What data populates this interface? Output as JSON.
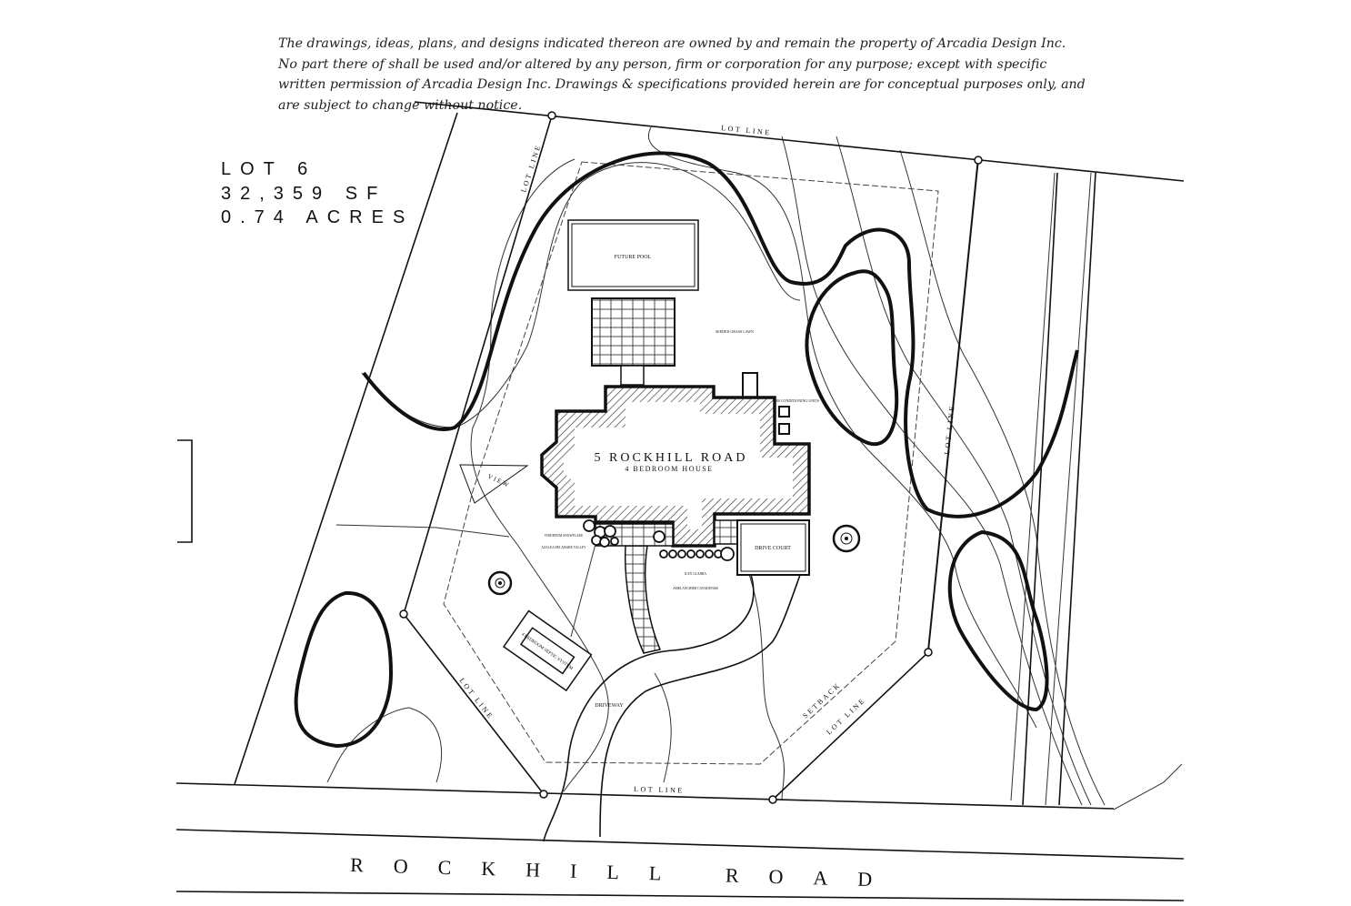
{
  "disclaimer": "The drawings, ideas, plans, and designs indicated thereon are owned by and remain the property of Arcadia Design Inc. No part there of shall be used and/or altered by any person, firm or corporation for any purpose; except with specific written permission of Arcadia Design Inc. Drawings & specifications provided herein are for conceptual purposes only, and are subject to change without notice.",
  "lot": {
    "number": "LOT 6",
    "area_sf": "32,359 SF",
    "acres": "0.74 ACRES"
  },
  "house": {
    "address": "5 ROCKHILL ROAD",
    "description": "4 BEDROOM HOUSE"
  },
  "labels": {
    "lot_line": "LOT LINE",
    "setback": "SETBACK",
    "view": "VIEW",
    "future_pool": "FUTURE POOL",
    "drive_court": "DRIVE COURT",
    "driveway": "DRIVEWAY",
    "septic": "4 BEDROOM SEPTIC SYSTEM",
    "seeded_lawn": "SEEDED GRASS LAWN",
    "ac_units": "AIR CONDITIONING UNITS",
    "viburnum": "VIBURNUM SNOWFLAKE",
    "azalea": "AZALEA DELAWARE VALLEY",
    "ilex": "ILEX GLABRA",
    "amelanchier": "AMELANCHIER CANADENSIS"
  },
  "road": "ROCKHILL ROAD"
}
